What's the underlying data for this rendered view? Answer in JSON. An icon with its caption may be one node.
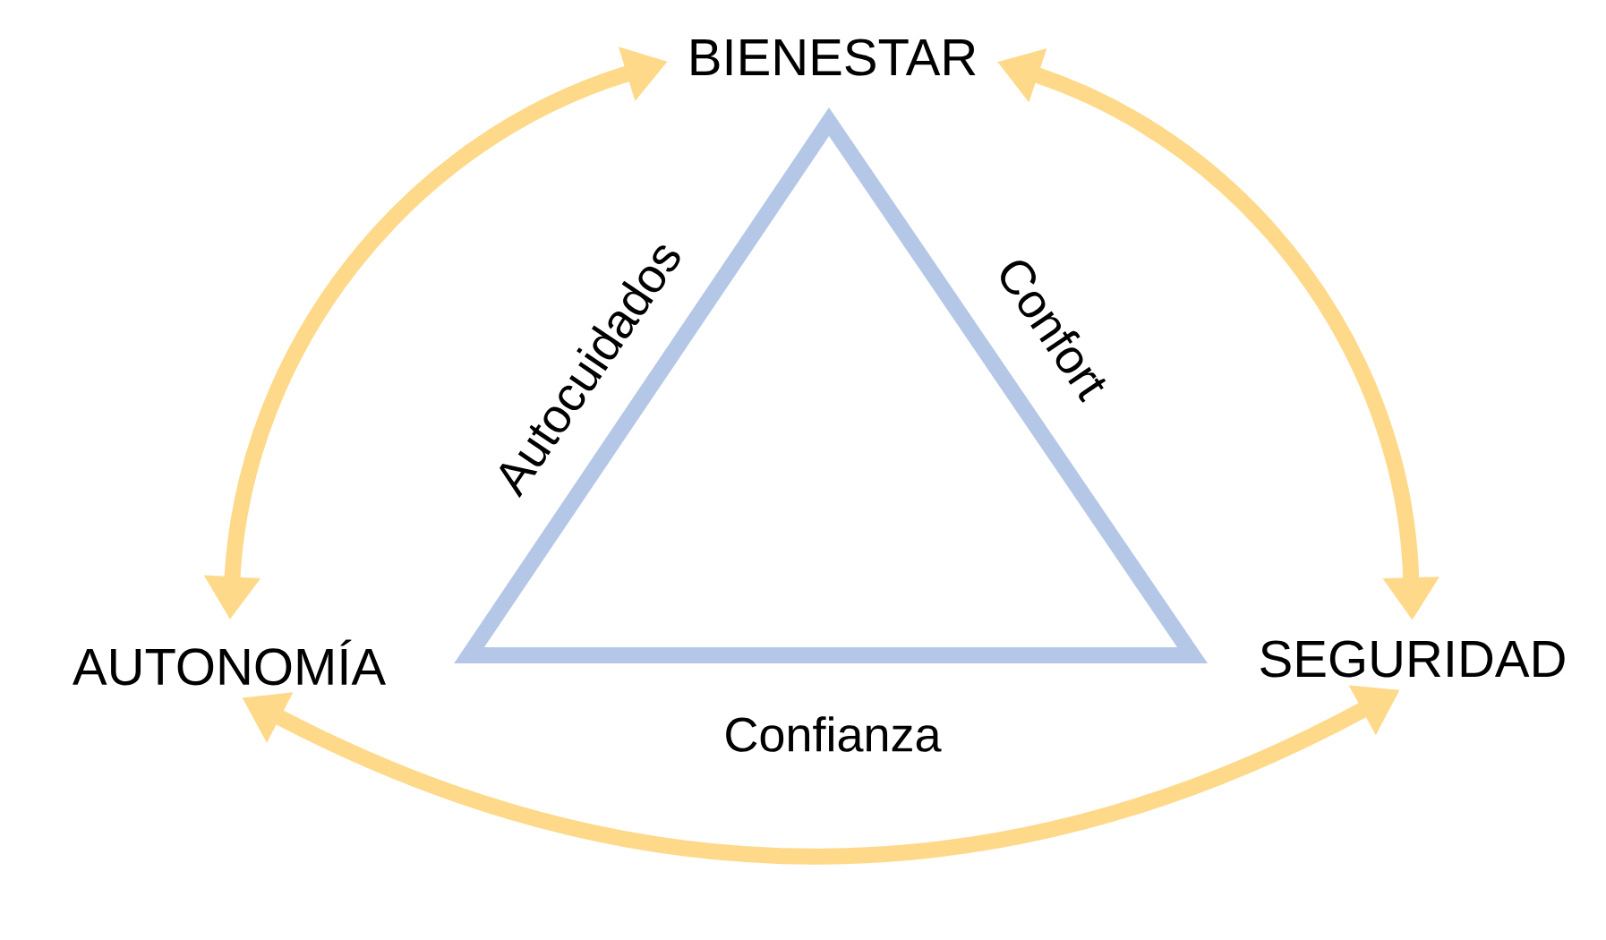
{
  "diagram": {
    "nodes": [
      {
        "text": [
          "BIENESTAR"
        ]
      },
      {
        "text": [
          "AUTONOMÍA"
        ]
      },
      {
        "text": [
          "SEGURIDAD"
        ]
      }
    ],
    "edges": [
      {
        "from": 0,
        "to": 1,
        "arrow": "both"
      },
      {
        "from": 0,
        "to": 2,
        "arrow": "both"
      },
      {
        "from": 1,
        "to": 2,
        "arrow": "both"
      }
    ],
    "labels": [
      "Autocuidados",
      "Confort",
      "Confianza"
    ]
  }
}
